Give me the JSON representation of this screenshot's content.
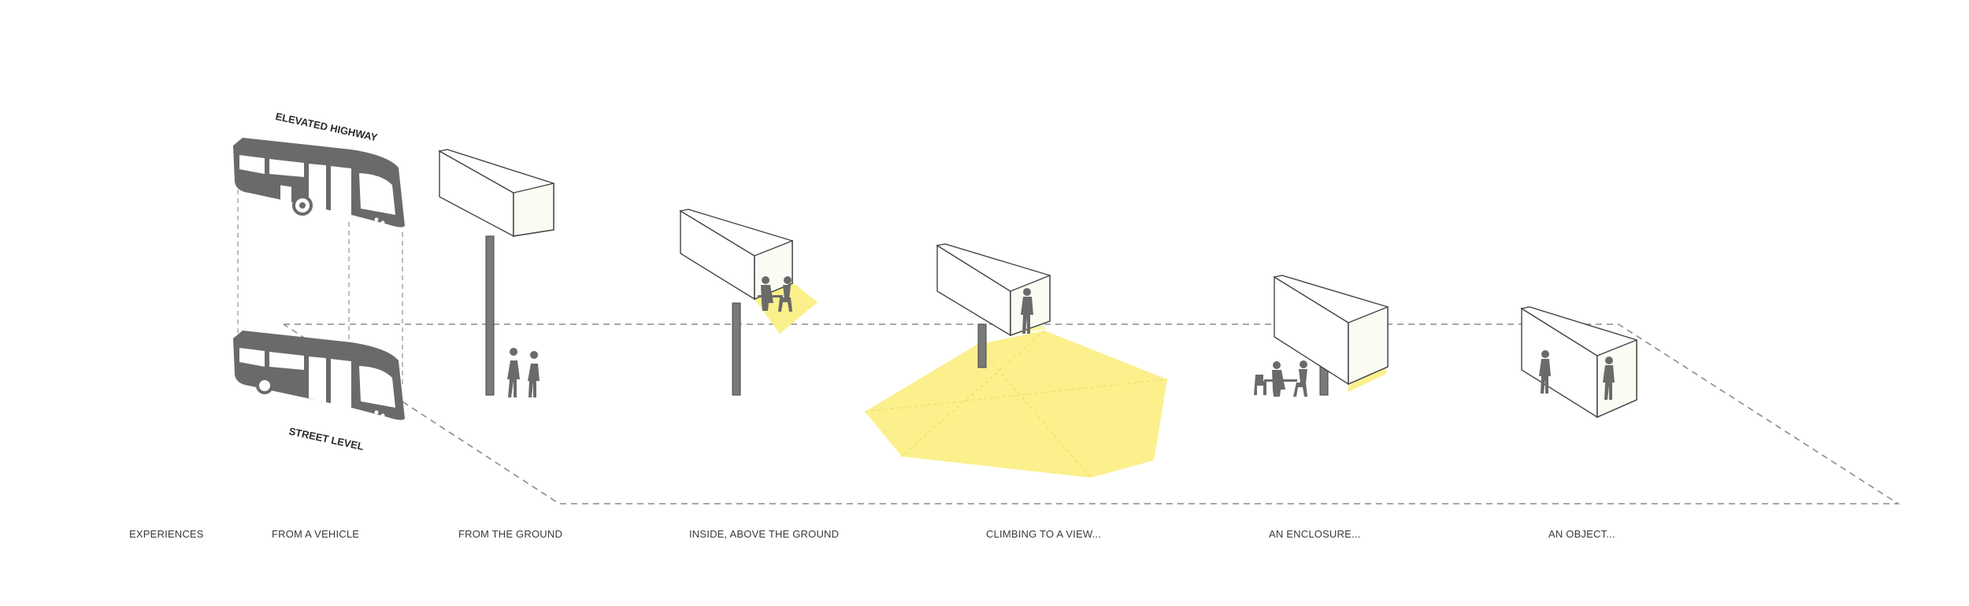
{
  "labels": {
    "elevated": "ELEVATED HIGHWAY",
    "street": "STREET LEVEL"
  },
  "captions": {
    "experiences": "EXPERIENCES",
    "vehicle": "FROM A VEHICLE",
    "ground": "FROM THE GROUND",
    "inside": "INSIDE, ABOVE THE GROUND",
    "climbing": "CLIMBING TO A VIEW...",
    "enclosure": "AN ENCLOSURE...",
    "object": "AN OBJECT..."
  },
  "colors": {
    "highlight": "#fbf08c",
    "glow": "#fdf7c4",
    "figure": "#6a6a6a",
    "line": "#555555",
    "dash": "#8c8c8c"
  }
}
